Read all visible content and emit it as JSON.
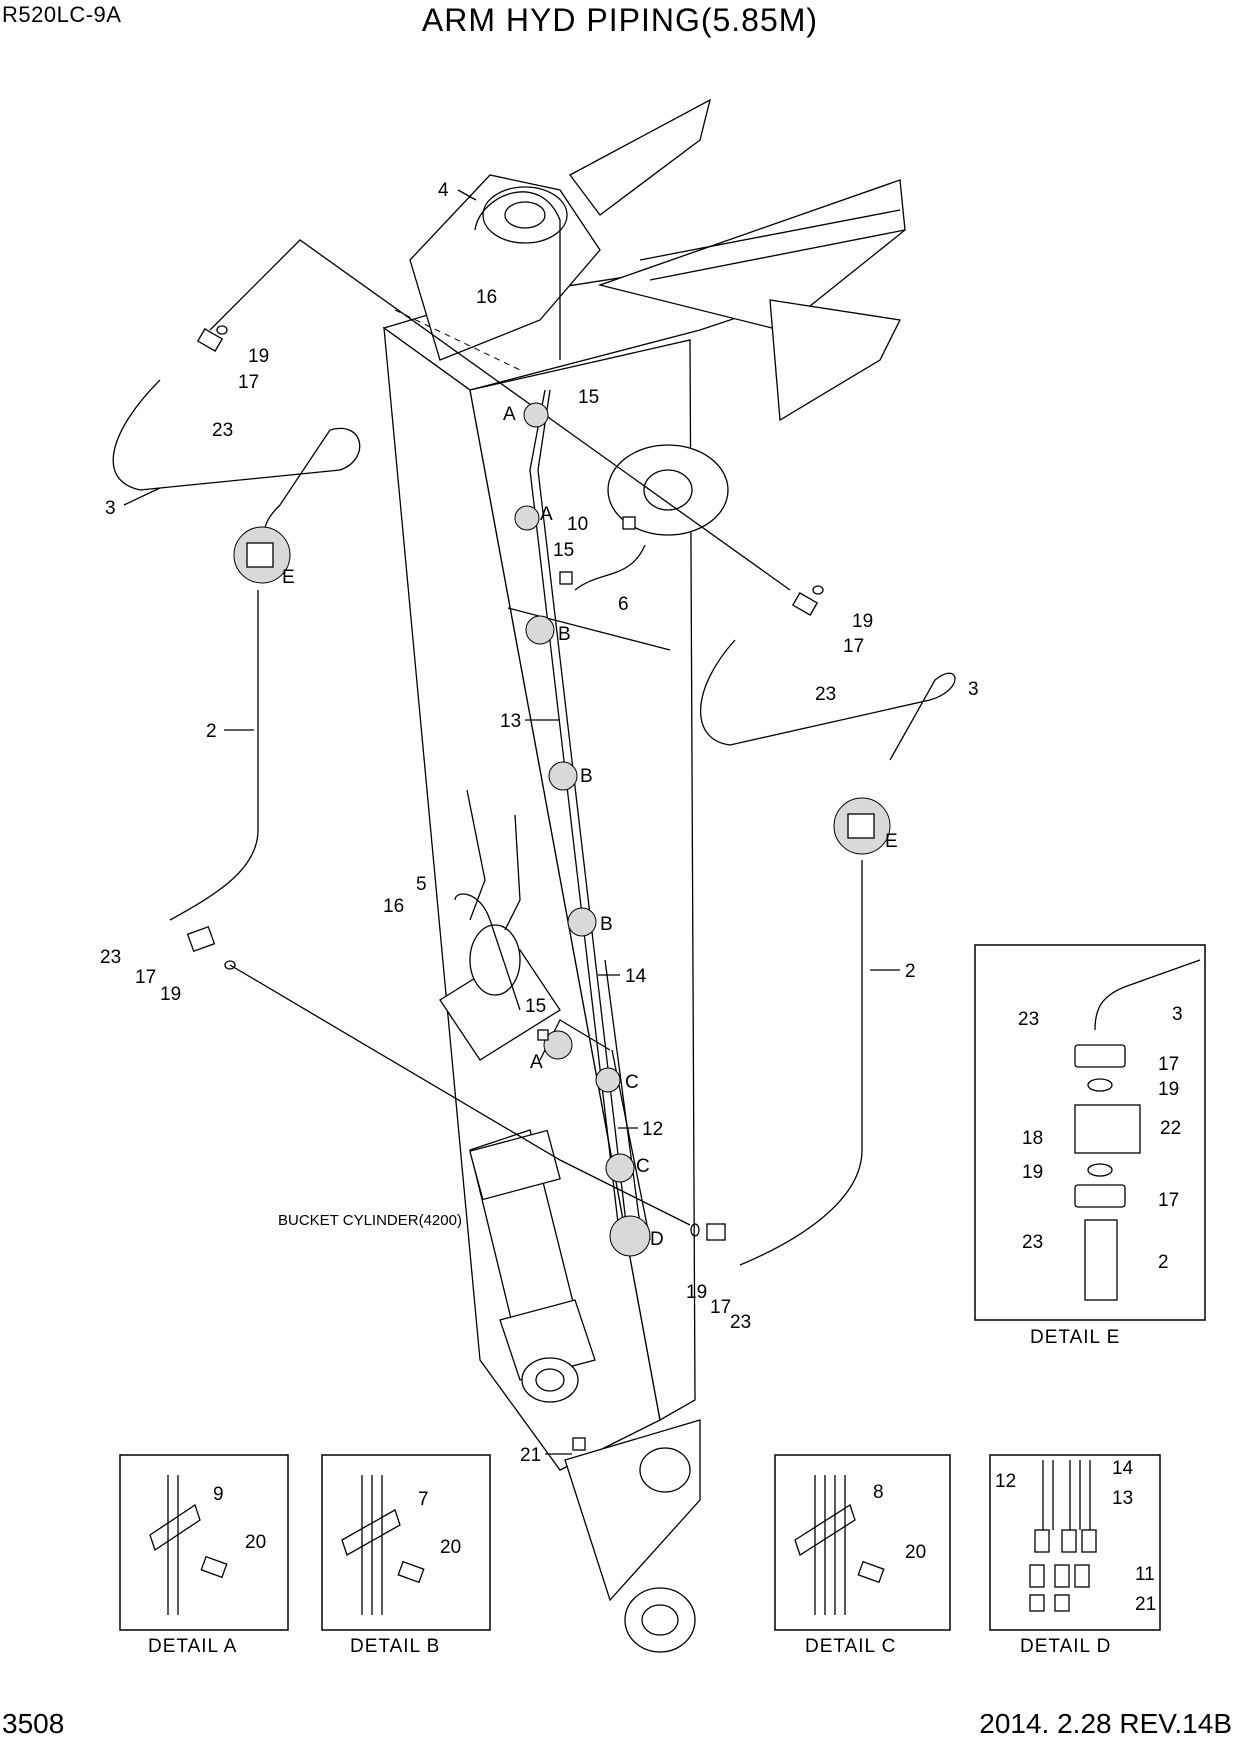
{
  "header": {
    "model": "R520LC-9A",
    "title": "ARM HYD PIPING(5.85M)"
  },
  "footer": {
    "page_number": "3508",
    "revision": "2014. 2.28  REV.14B"
  },
  "labels": {
    "cyl_label": "BUCKET CYLINDER(4200)",
    "n2": "2",
    "n3": "3",
    "n4": "4",
    "n5": "5",
    "n6": "6",
    "n7": "7",
    "n8": "8",
    "n9": "9",
    "n10": "10",
    "n11": "11",
    "n12": "12",
    "n13": "13",
    "n14": "14",
    "n15": "15",
    "n16": "16",
    "n17": "17",
    "n18": "18",
    "n19": "19",
    "n20": "20",
    "n21": "21",
    "n22": "22",
    "n23": "23",
    "A": "A",
    "B": "B",
    "C": "C",
    "D": "D",
    "E": "E"
  },
  "details": {
    "a": "DETAIL  A",
    "b": "DETAIL  B",
    "c": "DETAIL  C",
    "d": "DETAIL  D",
    "e": "DETAIL  E"
  }
}
